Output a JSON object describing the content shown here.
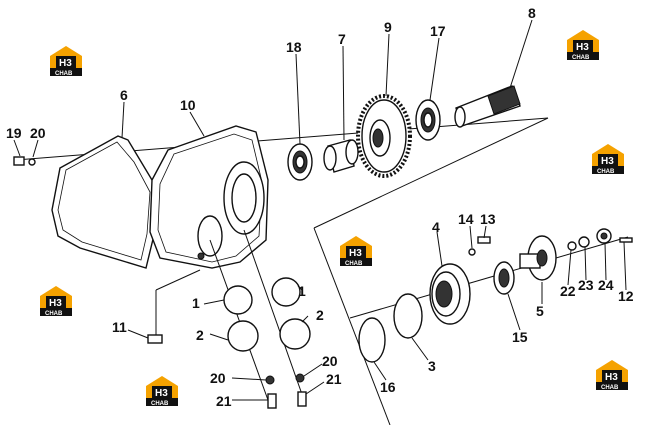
{
  "diagram": {
    "part_labels": [
      {
        "id": "l1",
        "text": "1"
      },
      {
        "id": "l2",
        "text": "1"
      },
      {
        "id": "l3",
        "text": "2"
      },
      {
        "id": "l4",
        "text": "2"
      },
      {
        "id": "l5",
        "text": "3"
      },
      {
        "id": "l6",
        "text": "4"
      },
      {
        "id": "l7",
        "text": "5"
      },
      {
        "id": "l8",
        "text": "6"
      },
      {
        "id": "l9",
        "text": "7"
      },
      {
        "id": "l10",
        "text": "8"
      },
      {
        "id": "l11",
        "text": "9"
      },
      {
        "id": "l12",
        "text": "10"
      },
      {
        "id": "l13",
        "text": "11"
      },
      {
        "id": "l14",
        "text": "12"
      },
      {
        "id": "l15",
        "text": "13"
      },
      {
        "id": "l16",
        "text": "14"
      },
      {
        "id": "l17",
        "text": "15"
      },
      {
        "id": "l18",
        "text": "16"
      },
      {
        "id": "l19",
        "text": "17"
      },
      {
        "id": "l20",
        "text": "18"
      },
      {
        "id": "l21",
        "text": "19"
      },
      {
        "id": "l22",
        "text": "20"
      },
      {
        "id": "l23",
        "text": "20"
      },
      {
        "id": "l24",
        "text": "20"
      },
      {
        "id": "l25",
        "text": "21"
      },
      {
        "id": "l26",
        "text": "21"
      },
      {
        "id": "l27",
        "text": "22"
      },
      {
        "id": "l28",
        "text": "23"
      },
      {
        "id": "l29",
        "text": "24"
      }
    ]
  },
  "watermark": {
    "brand": "H3",
    "sub": "CHAB",
    "colors": {
      "roof": "#f5a200",
      "text_box": "#111111"
    },
    "count": 7
  }
}
